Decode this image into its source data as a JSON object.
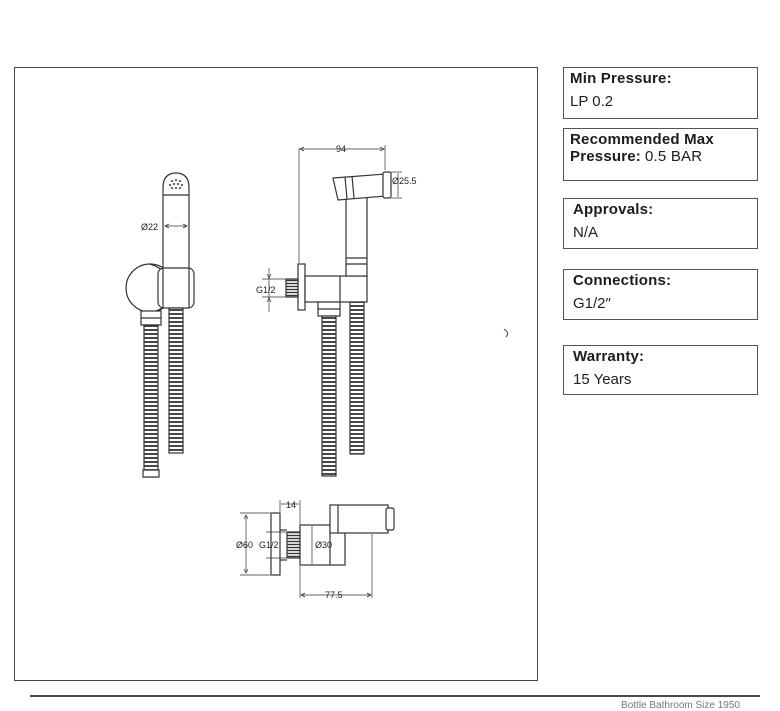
{
  "specs": {
    "min_pressure": {
      "label": "Min Pressure:",
      "value": "LP 0.2"
    },
    "max_pressure": {
      "label_line1": "Recommended Max",
      "label_line2": "Pressure:",
      "value": "0.5 BAR"
    },
    "approvals": {
      "label": "Approvals:",
      "value": "N/A"
    },
    "connections": {
      "label": "Connections:",
      "value": "G1/2″"
    },
    "warranty": {
      "label": "Warranty:",
      "value": "15 Years"
    }
  },
  "dimensions": {
    "handset_diameter": "Ø22",
    "width_94": "94",
    "nozzle_diameter": "Ø25.5",
    "side_thread": "G1/2",
    "plate_depth": "14",
    "plate_diameter": "Ø60",
    "bottom_thread": "G1/2",
    "outlet_diameter": "Ø30",
    "bottom_width": "77.5"
  },
  "footer": "Bottle Bathroom Size 1950",
  "colors": {
    "line": "#333333",
    "frame": "#444444"
  }
}
